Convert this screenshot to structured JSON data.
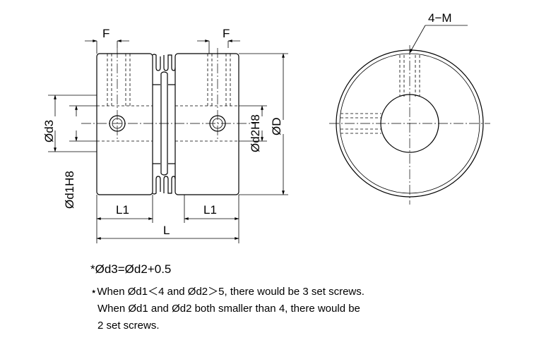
{
  "dimensions": {
    "f_left": "F",
    "f_right": "F",
    "screw_callout": "4−M",
    "d3": "Ød3",
    "d1": "Ød1H8",
    "d2": "Ød2H8",
    "outer_d": "ØD",
    "l1_left": "L1",
    "l1_right": "L1",
    "total_length": "L"
  },
  "notes": {
    "formula": "*Ød3=Ød2+0.5",
    "line1": "⋆When Ød1＜4 and  Ød2＞5, there would be 3 set screws.",
    "line2": "When Ød1 and Ød2 both smaller than  4, there would be",
    "line3": "2 set screws."
  }
}
